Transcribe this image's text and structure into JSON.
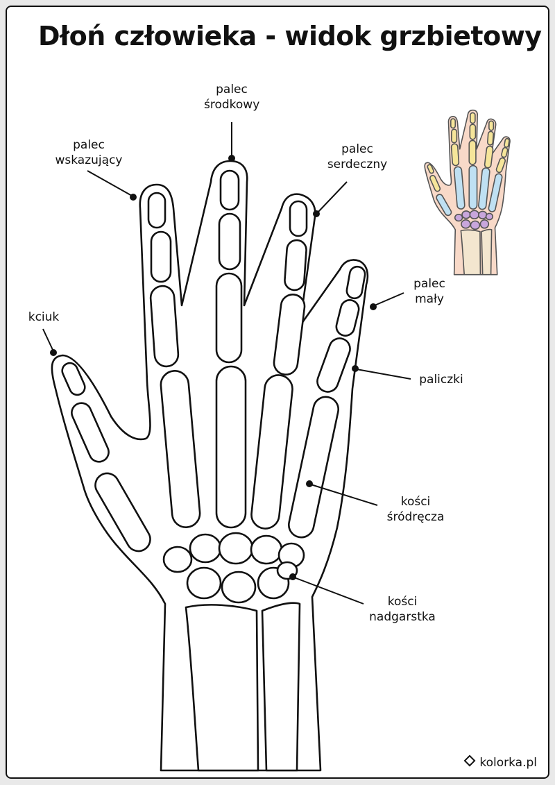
{
  "title": "Dłoń człowieka - widok grzbietowy",
  "labels": {
    "middle": [
      "palec",
      "środkowy"
    ],
    "index": [
      "palec",
      "wskazujący"
    ],
    "ring": [
      "palec",
      "serdeczny"
    ],
    "little": [
      "palec",
      "mały"
    ],
    "thumb": [
      "kciuk"
    ],
    "phalanges": [
      "paliczki"
    ],
    "metacarpals": [
      "kości",
      "śródręcza"
    ],
    "carpals": [
      "kości",
      "nadgarstka"
    ]
  },
  "brand": "kolorka.pl",
  "colors": {
    "outline": "#111111",
    "skin": "#f8d9c8",
    "phalanges": "#f6e59a",
    "metacarpals": "#bfe0f2",
    "carpals": "#c8a6dc",
    "forearm": "#f3e6cf"
  },
  "icons": {
    "brand": "diamond-icon"
  }
}
